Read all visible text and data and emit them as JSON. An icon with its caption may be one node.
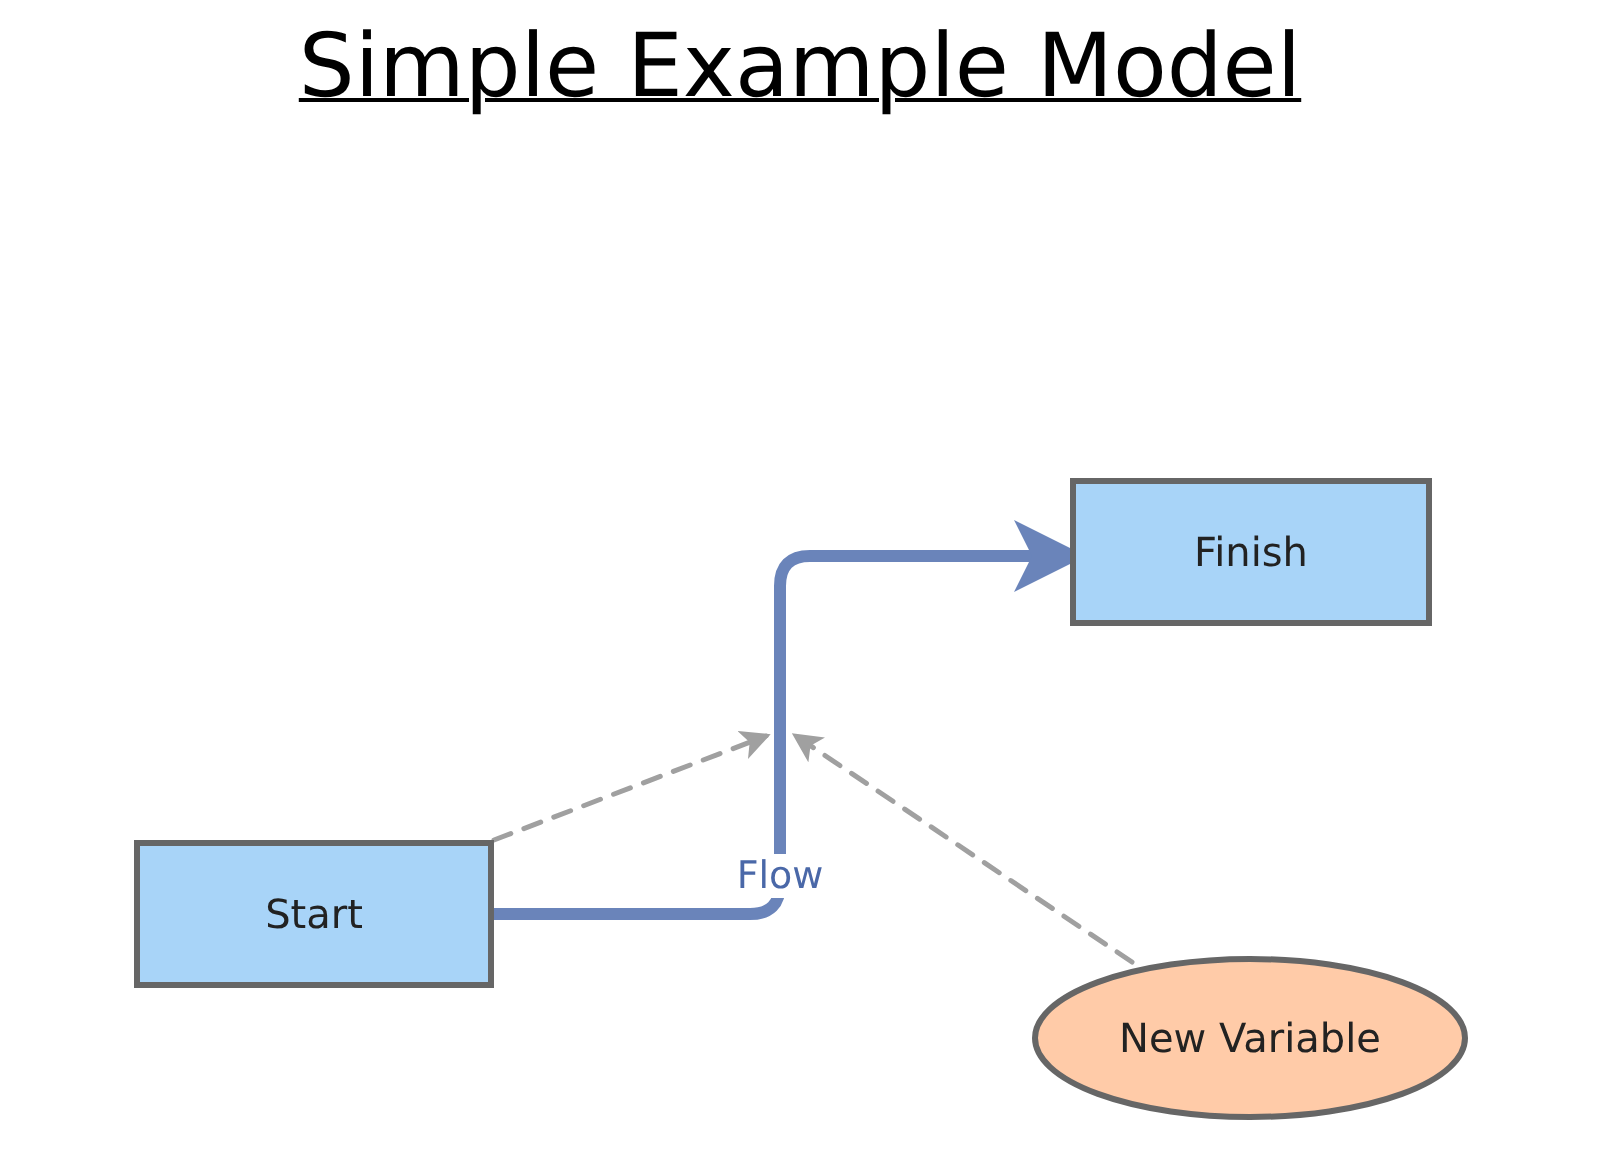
{
  "diagram": {
    "title": "Simple Example Model",
    "nodes": [
      {
        "text": [
          "Start"
        ]
      },
      {
        "text": [
          "Finish"
        ]
      },
      {
        "text": [
          "New Variable"
        ]
      }
    ],
    "edges": [
      {
        "from": 0,
        "to": 1,
        "arrow": "to",
        "label": "Flow",
        "style": "thick",
        "color": "#6a84ba"
      },
      {
        "from": 0,
        "to": null,
        "arrow": "to",
        "style": "dashed"
      },
      {
        "from": 2,
        "to": null,
        "arrow": "to",
        "style": "dashed"
      }
    ]
  }
}
